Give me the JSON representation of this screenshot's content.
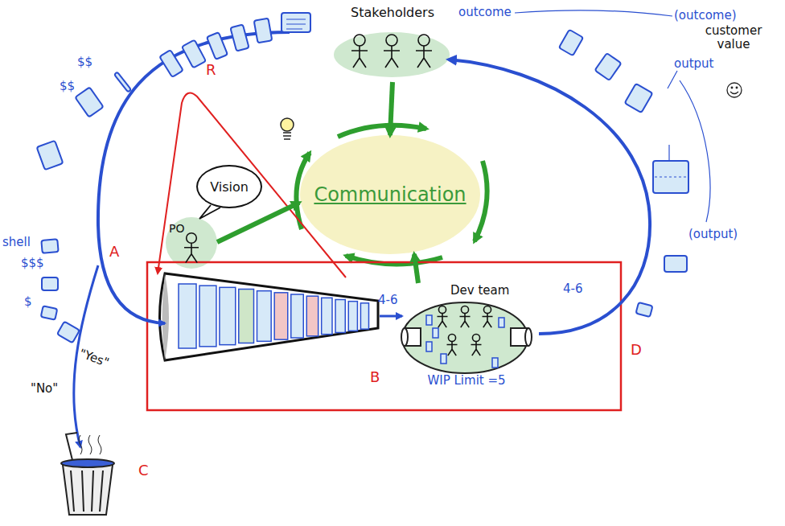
{
  "diagram": {
    "nodes": [
      {
        "text": [
          "Stakeholders"
        ]
      },
      {
        "text": [
          "PO"
        ]
      },
      {
        "text": [
          "Vision"
        ]
      },
      {
        "text": [
          "Communication"
        ]
      },
      {
        "text": [
          "Dev team",
          "WIP Limit =5"
        ]
      }
    ],
    "edges": [
      {
        "from": 0,
        "to": 3,
        "arrow": "to"
      },
      {
        "from": 1,
        "to": 3,
        "arrow": "to"
      },
      {
        "from": 4,
        "to": 3,
        "arrow": "to"
      },
      {
        "from": 4,
        "to": 0,
        "arrow": "to"
      }
    ],
    "labels": [
      "$$",
      "$$",
      "shell",
      "$$$",
      "$",
      "\"Yes\"",
      "\"No\"",
      "A",
      "R",
      "B",
      "C",
      "D",
      "4-6",
      "4-6",
      "outcome",
      "(outcome)",
      "customer value",
      "output",
      "(output)"
    ]
  }
}
